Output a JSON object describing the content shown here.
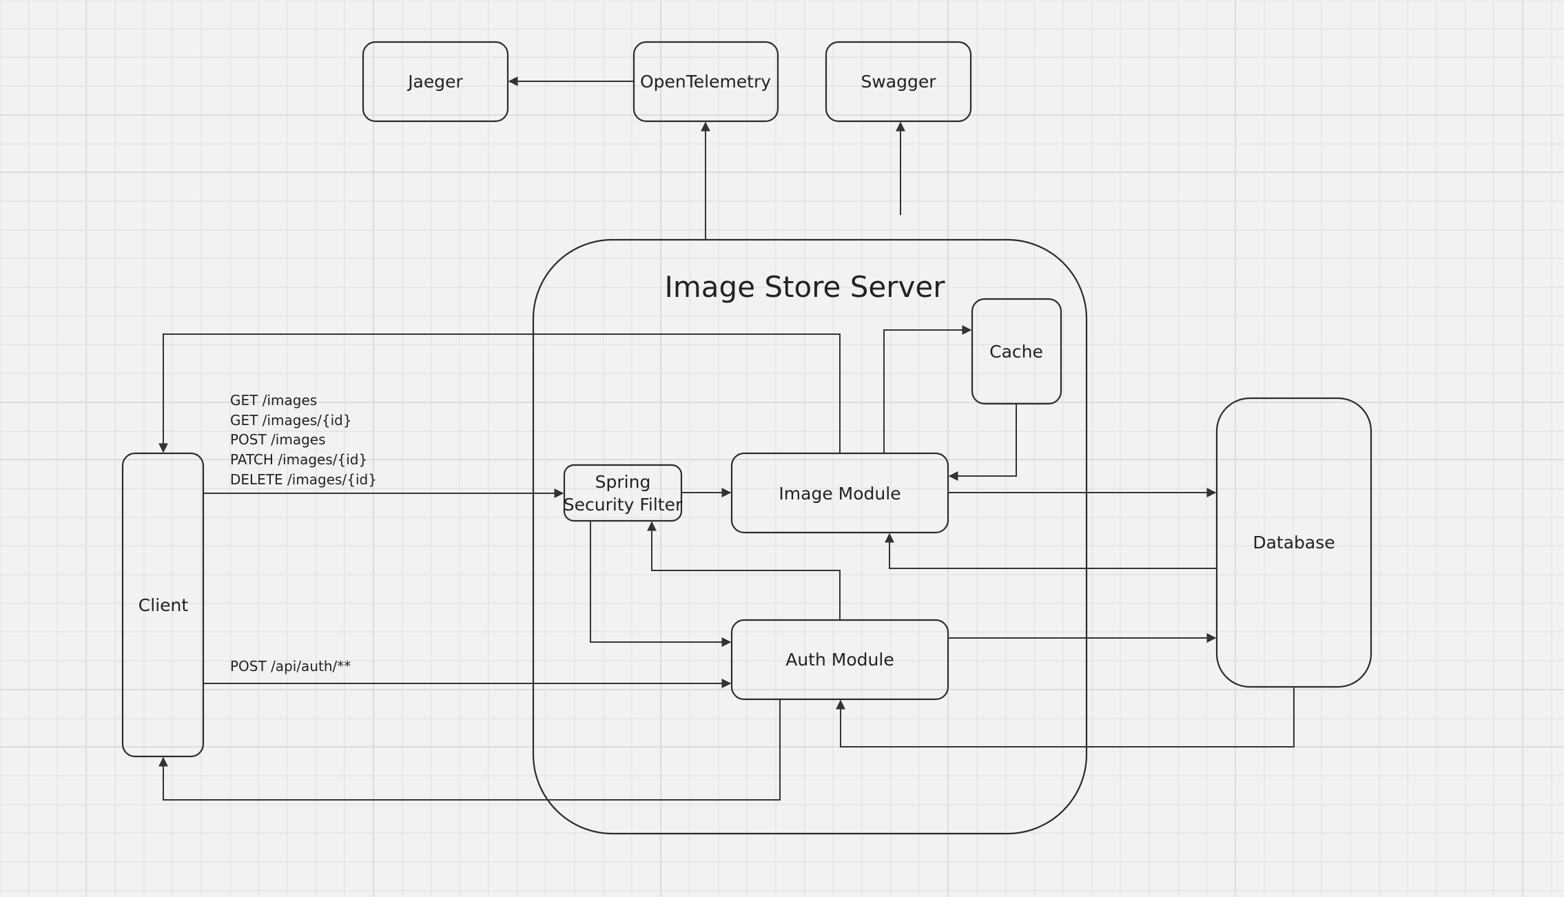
{
  "server": {
    "title": "Image Store Server"
  },
  "nodes": {
    "jaeger": "Jaeger",
    "opentelemetry": "OpenTelemetry",
    "swagger": "Swagger",
    "cache": "Cache",
    "client": "Client",
    "spring_security_filter_line1": "Spring",
    "spring_security_filter_line2": "Security Filter",
    "image_module": "Image Module",
    "auth_module": "Auth Module",
    "database": "Database"
  },
  "image_routes": [
    "GET /images",
    "GET /images/{id}",
    "POST /images",
    "PATCH /images/{id}",
    "DELETE /images/{id}"
  ],
  "auth_route": "POST /api/auth/**"
}
